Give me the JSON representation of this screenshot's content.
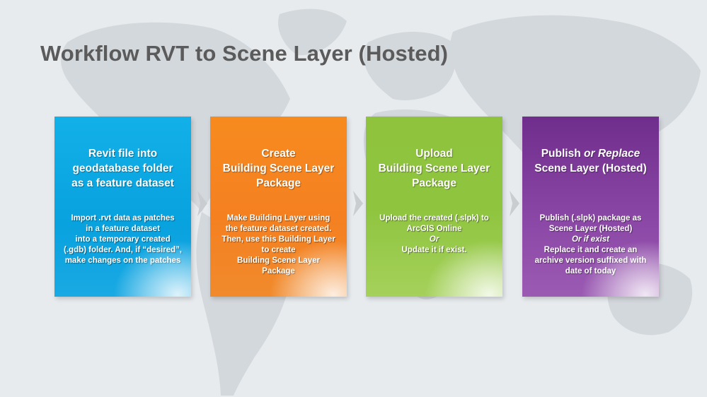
{
  "title": "Workflow RVT to Scene Layer (Hosted)",
  "steps": [
    {
      "title": [
        "Revit file into",
        "geodatabase folder",
        "as a feature dataset"
      ],
      "body": [
        "Import .rvt data as patches",
        "in a feature dataset",
        "into a temporary created",
        "(.gdb) folder. And, if “desired”,",
        "make changes on the patches"
      ]
    },
    {
      "title": [
        "Create",
        "Building Scene Layer",
        "Package"
      ],
      "body": [
        "Make Building Layer using",
        "the feature dataset created.",
        "Then, use this Building Layer",
        "to create",
        "Building Scene Layer",
        "Package"
      ]
    },
    {
      "title": [
        "Upload",
        "Building Scene Layer",
        "Package"
      ],
      "body": [
        "Upload the created (.slpk) to",
        "ArcGIS Online",
        "Or",
        "Update it if exist."
      ]
    },
    {
      "title_line1_a": "Publish ",
      "title_line1_b": "or Replace",
      "title_line2": "Scene Layer (Hosted)",
      "body": [
        "Publish (.slpk) package as",
        "Scene Layer (Hosted)",
        "Or if exist",
        "Replace it and create an",
        "archive version suffixed with",
        "date of today"
      ]
    }
  ],
  "colors": {
    "step1": "#0aa5e2",
    "step2": "#f58220",
    "step3": "#8dc63f",
    "step4": "#7b3a99",
    "title": "#5b5b5b",
    "background": "#e7ebee"
  }
}
